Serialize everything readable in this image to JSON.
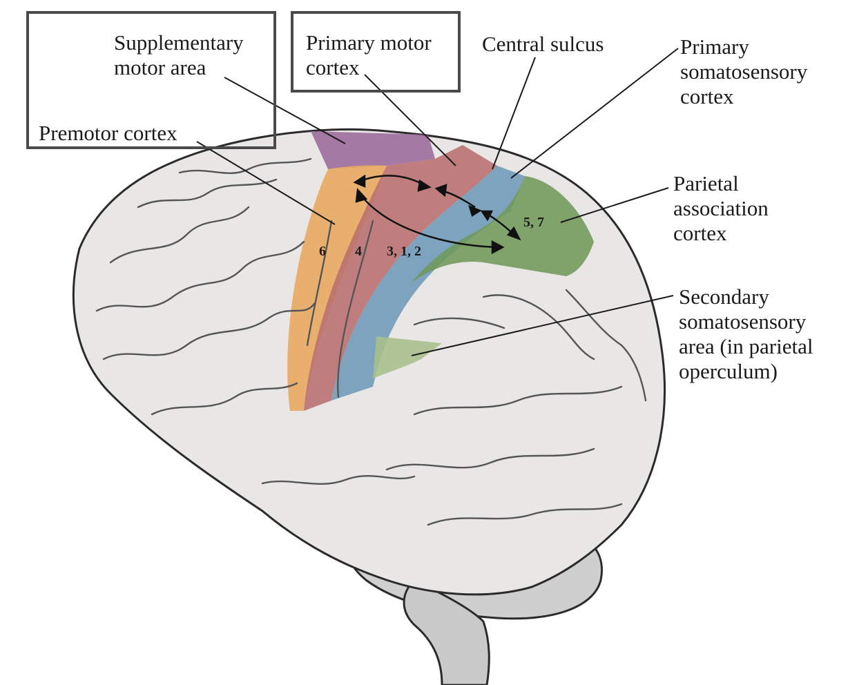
{
  "labels": {
    "supplementary_motor_area": [
      "Supplementary",
      "motor area"
    ],
    "primary_motor_cortex": [
      "Primary motor",
      "cortex"
    ],
    "central_sulcus": [
      "Central sulcus"
    ],
    "primary_somatosensory_cortex": [
      "Primary",
      "somatosensory",
      "cortex"
    ],
    "premotor_cortex": [
      "Premotor cortex"
    ],
    "parietal_association_cortex": [
      "Parietal",
      "association",
      "cortex"
    ],
    "secondary_somatosensory_area": [
      "Secondary",
      "somatosensory",
      "area (in parietal",
      "operculum)"
    ]
  },
  "area_numbers": {
    "area_6": "6",
    "area_4": "4",
    "area_3_1_2": "3, 1, 2",
    "area_5_7": "5, 7"
  },
  "colors": {
    "premotor": "#e8a75e",
    "supplementary_motor": "#9a6a9a",
    "primary_motor": "#b8706e",
    "primary_somatosensory": "#6d9ab8",
    "parietal_association": "#6f9a5a",
    "secondary_somatosensory": "#a8bf8a",
    "cortex": "#e9e6e6",
    "outline": "#2b2b2b"
  }
}
